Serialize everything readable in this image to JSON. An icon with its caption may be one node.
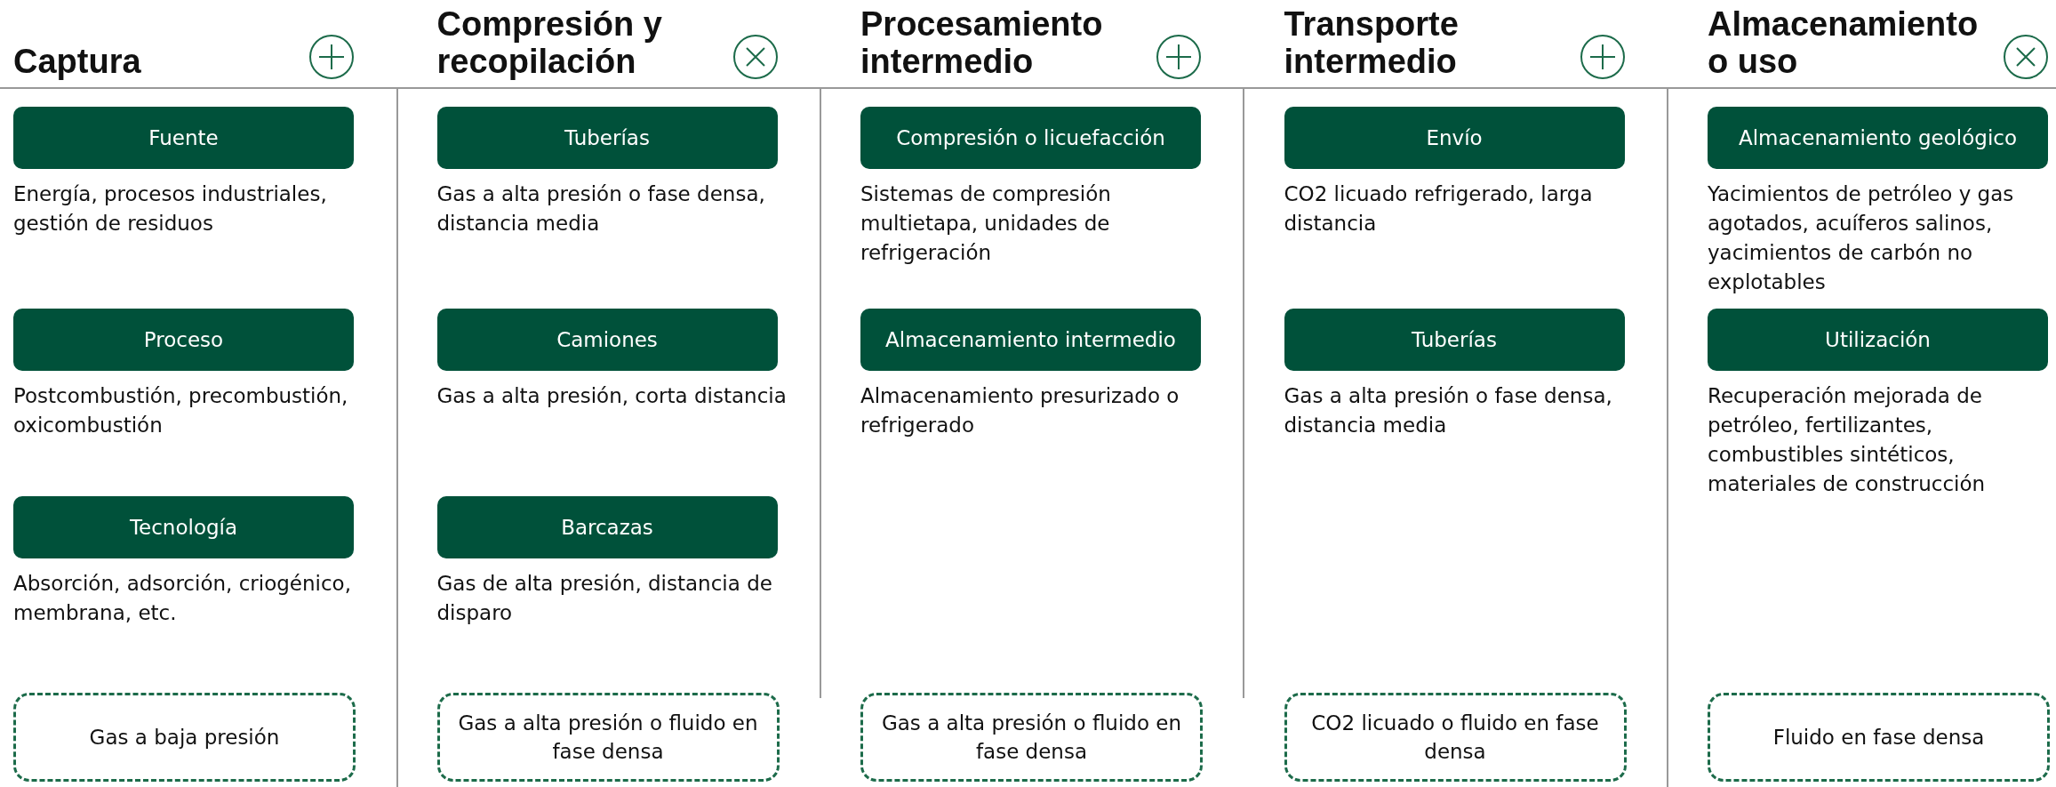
{
  "diagram": {
    "nodes": [
      {
        "text": [
          "Fuente"
        ],
        "beside": [
          "Energía, procesos industriales, gestión de residuos"
        ]
      },
      {
        "text": [
          "Proceso"
        ],
        "beside": [
          "Postcombustión, precombustión, oxicombustión"
        ]
      },
      {
        "text": [
          "Tecnología"
        ],
        "beside": [
          "Absorción, adsorción, criogénico, membrana, etc."
        ]
      },
      {
        "text": [
          "Gas a baja presión"
        ]
      },
      {
        "text": [
          "Tuberías"
        ],
        "beside": [
          "Gas a alta presión o fase densa, distancia media"
        ]
      },
      {
        "text": [
          "Camiones"
        ],
        "beside": [
          "Gas a alta presión, corta distancia"
        ]
      },
      {
        "text": [
          "Barcazas"
        ],
        "beside": [
          "Gas de alta presión, distancia de disparo"
        ]
      },
      {
        "text": [
          "Gas a alta presión o fluido en fase densa"
        ]
      },
      {
        "text": [
          "Compresión o licuefacción"
        ],
        "beside": [
          "Sistemas de compresión multietapa, unidades de refrigeración"
        ]
      },
      {
        "text": [
          "Almacenamiento intermedio"
        ],
        "beside": [
          "Almacenamiento presurizado o refrigerado"
        ]
      },
      {
        "text": [
          "Gas a alta presión o fluido en fase densa"
        ]
      },
      {
        "text": [
          "Envío"
        ],
        "beside": [
          "CO2 licuado refrigerado, larga distancia"
        ]
      },
      {
        "text": [
          "Tuberías"
        ],
        "beside": [
          "Gas a alta presión o fase densa, distancia media"
        ]
      },
      {
        "text": [
          "CO2 licuado o fluido en fase densa"
        ]
      },
      {
        "text": [
          "Almacenamiento geológico"
        ],
        "beside": [
          "Yacimientos de petróleo y gas agotados, acuíferos salinos, yacimientos de carbón no explotables"
        ]
      },
      {
        "text": [
          "Utilización"
        ],
        "beside": [
          "Recuperación mejorada de petróleo, fertilizantes, combustibles sintéticos, materiales de construcción"
        ]
      },
      {
        "text": [
          "Fluido en fase densa"
        ]
      }
    ],
    "edges": [],
    "labels": [
      "Captura",
      "Compresión y recopilación",
      "Procesamiento intermedio",
      "Transporte intermedio",
      "Almacenamiento o uso"
    ]
  }
}
